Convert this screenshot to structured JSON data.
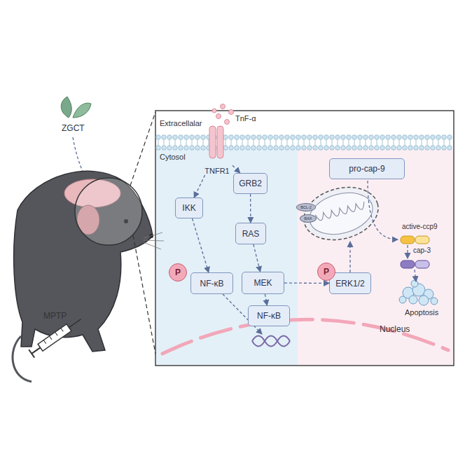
{
  "diagram": {
    "nodes": [
      {
        "text": [
          "TNFR1"
        ]
      },
      {
        "text": [
          "pro-cap-9"
        ]
      },
      {
        "text": [
          "GRB2"
        ]
      },
      {
        "text": [
          "IKK"
        ]
      },
      {
        "text": [
          "BCL-2"
        ]
      },
      {
        "text": [
          "BAX"
        ]
      },
      {
        "text": [
          "RAS"
        ]
      },
      {
        "text": [
          "P"
        ]
      },
      {
        "text": [
          "P"
        ]
      },
      {
        "text": [
          "NF-κB"
        ]
      },
      {
        "text": [
          "MEK"
        ]
      },
      {
        "text": [
          "ERK1/2"
        ]
      },
      {
        "text": [
          "NF-κB"
        ]
      }
    ],
    "edges": [
      {
        "from": 0,
        "to": 3,
        "arrow": "to"
      },
      {
        "from": 0,
        "to": 2,
        "arrow": "to"
      },
      {
        "from": 3,
        "to": 9,
        "arrow": "to"
      },
      {
        "from": 2,
        "to": 6,
        "arrow": "to"
      },
      {
        "from": 6,
        "to": 10,
        "arrow": "to"
      },
      {
        "from": 10,
        "to": 11,
        "arrow": "to"
      },
      {
        "from": 10,
        "to": 12,
        "arrow": "to"
      }
    ],
    "labels": [
      "ZGCT",
      "MPTP",
      "Extracellalar",
      "TnF-α",
      "Cytosol",
      "active-ccp9",
      "cap-3",
      "Apoptosis",
      "Nucleus"
    ]
  }
}
